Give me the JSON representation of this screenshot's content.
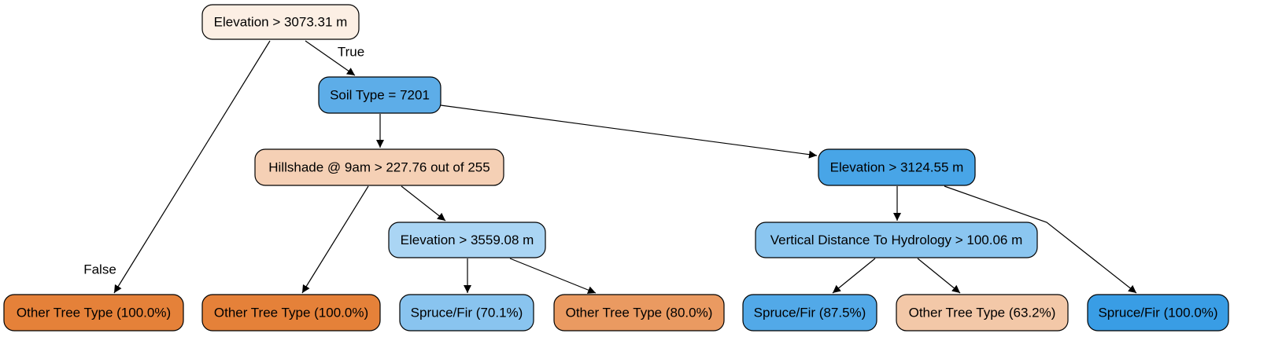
{
  "nodes": [
    {
      "id": "n0",
      "label": "Elevation > 3073.31 m",
      "color": "#fcefe4"
    },
    {
      "id": "n1",
      "label": "Soil Type = 7201",
      "color": "#5dade8"
    },
    {
      "id": "n2",
      "label": "Other Tree Type (100.0%)",
      "color": "#e58139"
    },
    {
      "id": "n3",
      "label": "Hillshade @ 9am > 227.76 out of 255",
      "color": "#f5d0b5"
    },
    {
      "id": "n4",
      "label": "Elevation > 3124.55 m",
      "color": "#48a5e7"
    },
    {
      "id": "n5",
      "label": "Other Tree Type (100.0%)",
      "color": "#e58139"
    },
    {
      "id": "n6",
      "label": "Elevation > 3559.08 m",
      "color": "#aad5f4"
    },
    {
      "id": "n7",
      "label": "Spruce/Fir (70.1%)",
      "color": "#89c4ef"
    },
    {
      "id": "n8",
      "label": "Other Tree Type (80.0%)",
      "color": "#ea9a61"
    },
    {
      "id": "n9",
      "label": "Vertical Distance To Hydrology > 100.06 m",
      "color": "#8bc6f0"
    },
    {
      "id": "n10",
      "label": "Spruce/Fir (100.0%)",
      "color": "#399de5"
    },
    {
      "id": "n11",
      "label": "Spruce/Fir (87.5%)",
      "color": "#52a9e8"
    },
    {
      "id": "n12",
      "label": "Other Tree Type (63.2%)",
      "color": "#f3c8a8"
    }
  ],
  "edges": [
    {
      "from": "n0",
      "to": "n1",
      "label": "True"
    },
    {
      "from": "n0",
      "to": "n2",
      "label": "False"
    },
    {
      "from": "n1",
      "to": "n3",
      "label": ""
    },
    {
      "from": "n1",
      "to": "n4",
      "label": ""
    },
    {
      "from": "n3",
      "to": "n5",
      "label": ""
    },
    {
      "from": "n3",
      "to": "n6",
      "label": ""
    },
    {
      "from": "n6",
      "to": "n7",
      "label": ""
    },
    {
      "from": "n6",
      "to": "n8",
      "label": ""
    },
    {
      "from": "n4",
      "to": "n9",
      "label": ""
    },
    {
      "from": "n4",
      "to": "n10",
      "label": ""
    },
    {
      "from": "n9",
      "to": "n11",
      "label": ""
    },
    {
      "from": "n9",
      "to": "n12",
      "label": ""
    }
  ]
}
